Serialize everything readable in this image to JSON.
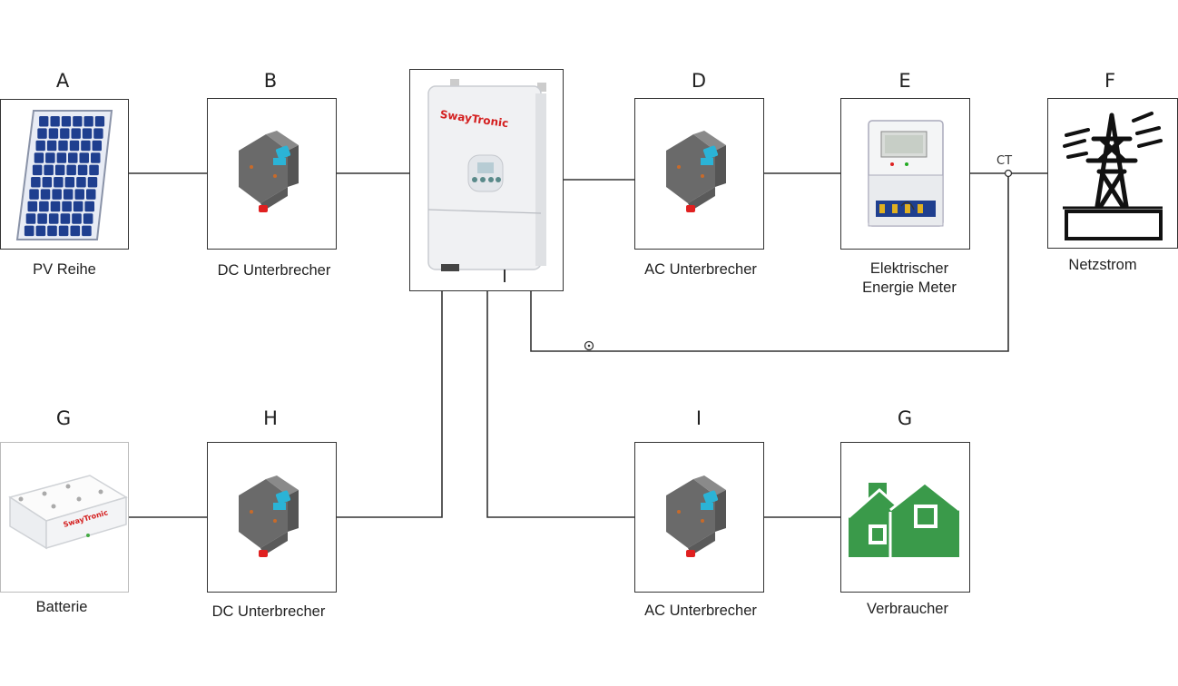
{
  "components": {
    "pv": {
      "letter": "A",
      "label": "PV Reihe"
    },
    "dc_break1": {
      "letter": "B",
      "label": "DC Unterbrecher"
    },
    "ac_break1": {
      "letter": "D",
      "label": "AC Unterbrecher"
    },
    "meter": {
      "letter": "E",
      "label_line1": "Elektrischer",
      "label_line2": "Energie Meter"
    },
    "grid": {
      "letter": "F",
      "label": "Netzstrom"
    },
    "battery": {
      "letter": "G",
      "label": "Batterie"
    },
    "dc_break2": {
      "letter": "H",
      "label": "DC Unterbrecher"
    },
    "ac_break2": {
      "letter": "I",
      "label": "AC Unterbrecher"
    },
    "load": {
      "letter": "G",
      "label": "Verbraucher"
    }
  },
  "inverter": {
    "brand": "SwayTronic"
  },
  "battery_brand": "SwayTronic",
  "ct_label": "CT",
  "colors": {
    "line": "#333333",
    "house_green": "#3a9a4a",
    "panel_blue": "#1f3f8f",
    "breaker_gray": "#6a6a6a",
    "breaker_blue": "#2bb3d6",
    "breaker_red": "#e02020",
    "brand_red": "#d42020"
  },
  "icons": [
    "solar-panel-icon",
    "breaker-icon",
    "inverter-icon",
    "energy-meter-icon",
    "power-tower-icon",
    "battery-icon",
    "house-icon"
  ]
}
